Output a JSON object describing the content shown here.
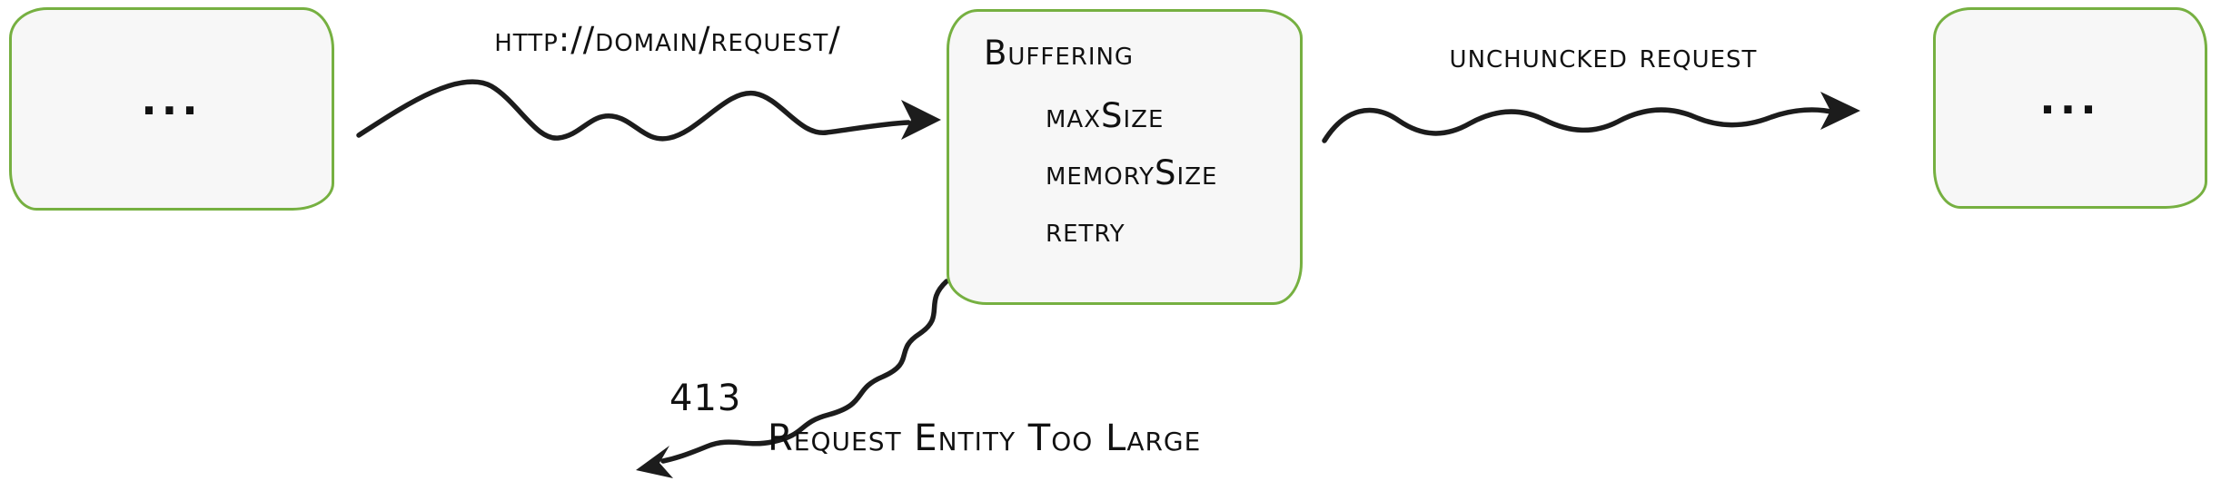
{
  "diagram": {
    "nodes": {
      "left_box": {
        "label": "..."
      },
      "middle_box": {
        "title": "Buffering",
        "items": [
          "maxSize",
          "memorySize",
          "retry"
        ]
      },
      "right_box": {
        "label": "..."
      }
    },
    "edges": {
      "request": {
        "label": "http://domain/request/"
      },
      "unchunked": {
        "label": "unchuncked request"
      },
      "error": {
        "code": "413",
        "label": "Request Entity Too Large"
      }
    },
    "colors": {
      "node_border": "#76b041",
      "node_fill": "#f7f7f7",
      "stroke": "#1c1c1c",
      "text": "#111111"
    }
  }
}
